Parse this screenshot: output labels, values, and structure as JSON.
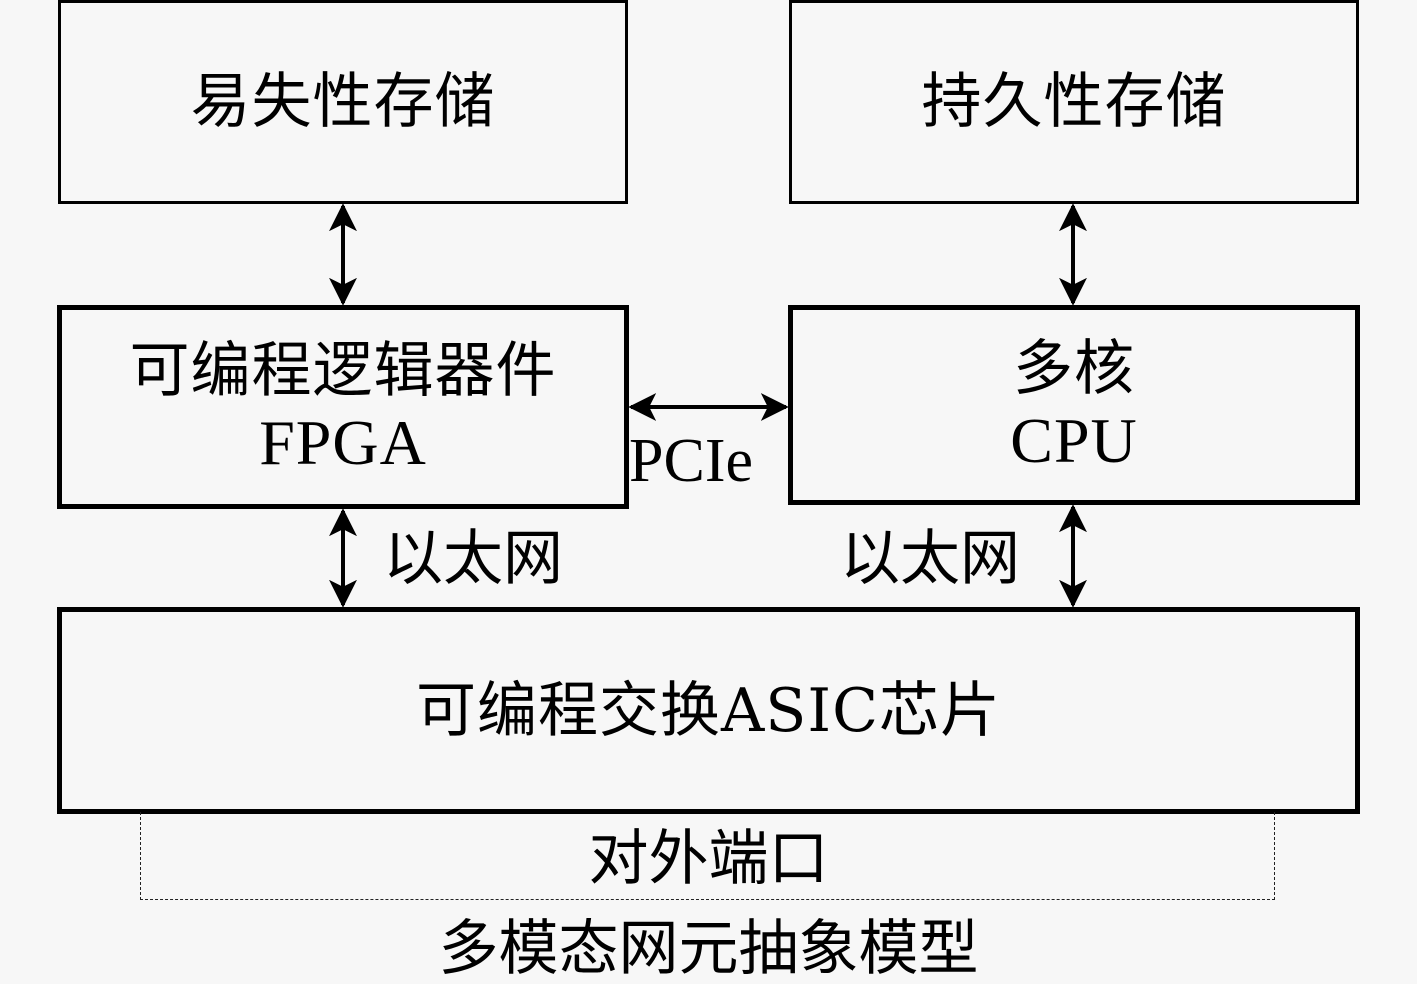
{
  "diagram": {
    "title": "多模态网元抽象模型",
    "blocks": {
      "volatile_storage": {
        "label": "易失性存储"
      },
      "persistent_storage": {
        "label": "持久性存储"
      },
      "fpga": {
        "label": "可编程逻辑器件",
        "sublabel": "FPGA"
      },
      "cpu": {
        "label": "多核",
        "sublabel": "CPU"
      },
      "asic": {
        "label": "可编程交换ASIC芯片"
      }
    },
    "links": {
      "fpga_cpu": {
        "label": "PCIe",
        "type": "bidirectional"
      },
      "fpga_asic": {
        "label": "以太网",
        "type": "bidirectional"
      },
      "cpu_asic": {
        "label": "以太网",
        "type": "bidirectional"
      },
      "volatile_fpga": {
        "label": "",
        "type": "bidirectional"
      },
      "persistent_cpu": {
        "label": "",
        "type": "bidirectional"
      }
    },
    "external_ports": {
      "label": "对外端口"
    }
  }
}
